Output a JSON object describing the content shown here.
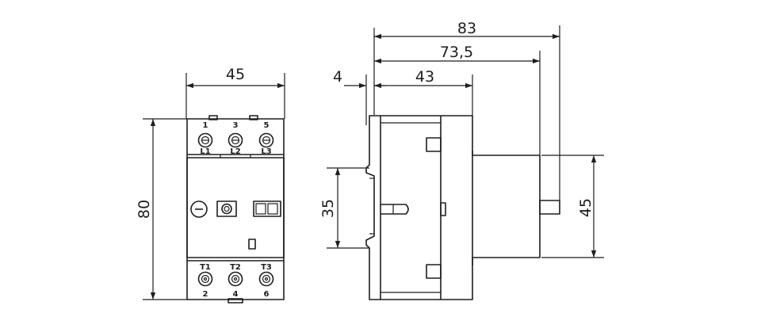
{
  "front_view": {
    "dim_width": "45",
    "dim_height": "80",
    "top_terminal_numbers": [
      "1",
      "3",
      "5"
    ],
    "top_terminal_labels": [
      "L1",
      "L2",
      "L3"
    ],
    "bottom_terminal_labels": [
      "T1",
      "T2",
      "T3"
    ],
    "bottom_terminal_numbers": [
      "2",
      "4",
      "6"
    ]
  },
  "side_view": {
    "dim_total": "83",
    "dim_mid": "73,5",
    "dim_front": "43",
    "dim_rail_offset": "4",
    "dim_rail": "35",
    "dim_front_height": "45"
  },
  "colors": {
    "ink": "#1e1e1e",
    "paper": "#ffffff"
  }
}
